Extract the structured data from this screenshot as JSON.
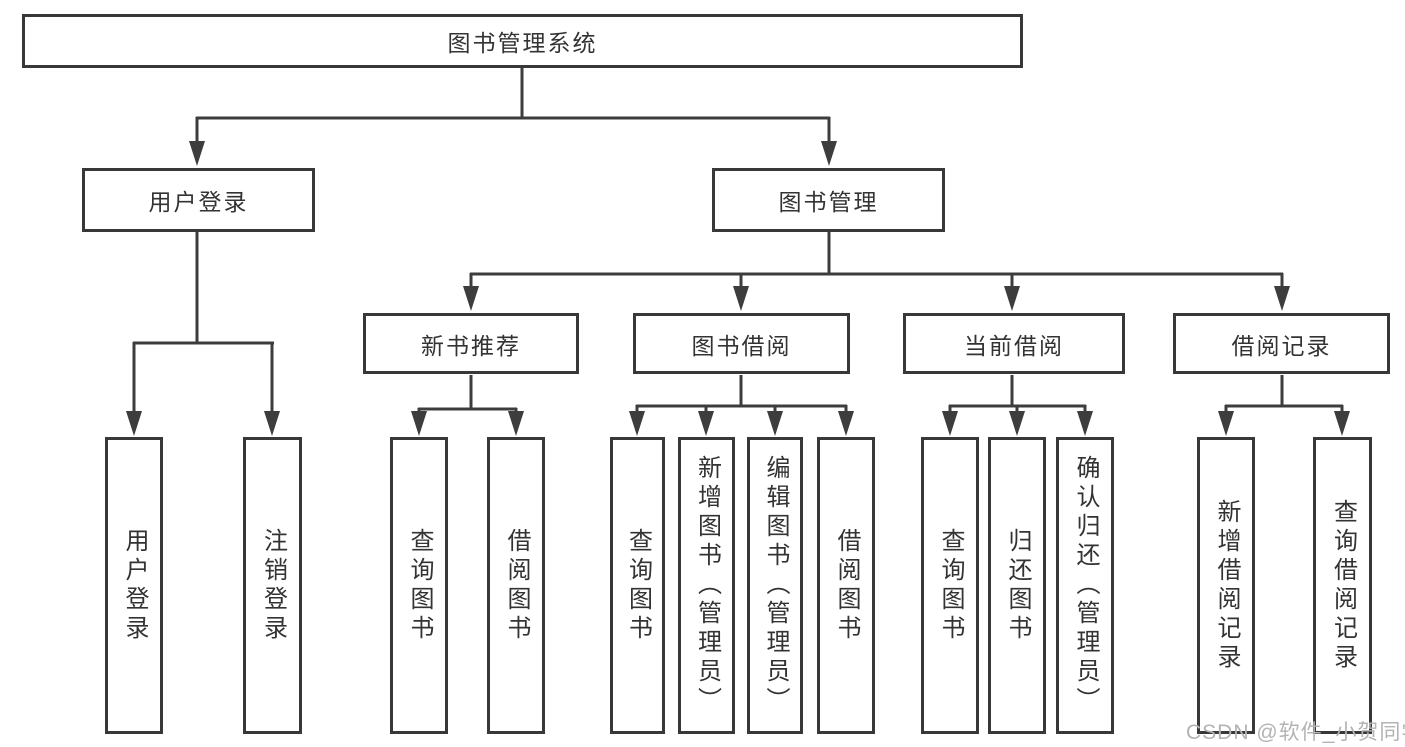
{
  "tree": {
    "label": "图书管理系统",
    "children": [
      {
        "label": "用户登录",
        "children": [
          {
            "label": "用户登录"
          },
          {
            "label": "注销登录"
          }
        ]
      },
      {
        "label": "图书管理",
        "children": [
          {
            "label": "新书推荐",
            "children": [
              {
                "label": "查询图书"
              },
              {
                "label": "借阅图书"
              }
            ]
          },
          {
            "label": "图书借阅",
            "children": [
              {
                "label": "查询图书"
              },
              {
                "label": "新增图书（管理员）"
              },
              {
                "label": "编辑图书（管理员）"
              },
              {
                "label": "借阅图书"
              }
            ]
          },
          {
            "label": "当前借阅",
            "children": [
              {
                "label": "查询图书"
              },
              {
                "label": "归还图书"
              },
              {
                "label": "确认归还（管理员）"
              }
            ]
          },
          {
            "label": "借阅记录",
            "children": [
              {
                "label": "新增借阅记录"
              },
              {
                "label": "查询借阅记录"
              }
            ]
          }
        ]
      }
    ]
  },
  "watermark": "CSDN @软件_小贺同学",
  "colors": {
    "line": "#3d3d3d",
    "box_border": "#383838",
    "text": "#333333",
    "watermark": "#b3b3b3",
    "background": "#ffffff"
  }
}
